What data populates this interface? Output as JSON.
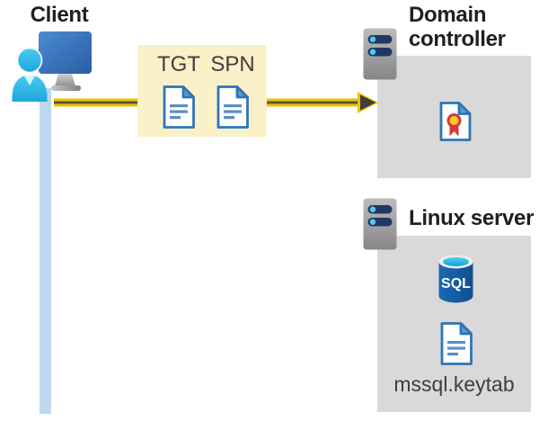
{
  "diagram": {
    "client": {
      "label": "Client"
    },
    "tickets": {
      "items": [
        {
          "label": "TGT",
          "icon": "document-icon"
        },
        {
          "label": "SPN",
          "icon": "document-icon"
        }
      ]
    },
    "domain_controller": {
      "label": "Domain\ncontroller",
      "content_icon": "certificate-icon"
    },
    "linux_server": {
      "label": "Linux server",
      "database_label": "SQL",
      "keytab_label": "mssql.keytab"
    },
    "icons": {
      "client": "user-at-monitor-icon",
      "domain_controller": "server-icon",
      "linux_server": "server-icon",
      "certificate": "certificate-icon",
      "database": "sql-database-icon",
      "keytab": "document-icon",
      "flow": "arrow-right"
    },
    "colors": {
      "background": "#FFFFFF",
      "panel_gray": "#D9D9D9",
      "ticket_box_yellow": "#FAF1C8",
      "arrow_yellow": "#EFC100",
      "arrow_core_dark": "#50503F",
      "arrowhead_dark": "#3E3E3E",
      "lifeline_blue": "#BDD7EE",
      "document_border_blue": "#2E75B6",
      "document_line_blue": "#5B8DC9",
      "server_bar_navy": "#1F3864",
      "server_dot_cyan": "#55C8EE",
      "person_cyan": "#2FB9E6",
      "monitor_blue": "#3A74BE",
      "certificate_red": "#D13A3C",
      "certificate_gold": "#FFC91E",
      "sql_body_blue": "#155C9F",
      "sql_top_cyan": "#35C2E8",
      "heading_text": "#1F1F1F",
      "label_text": "#3E3E3E"
    }
  }
}
